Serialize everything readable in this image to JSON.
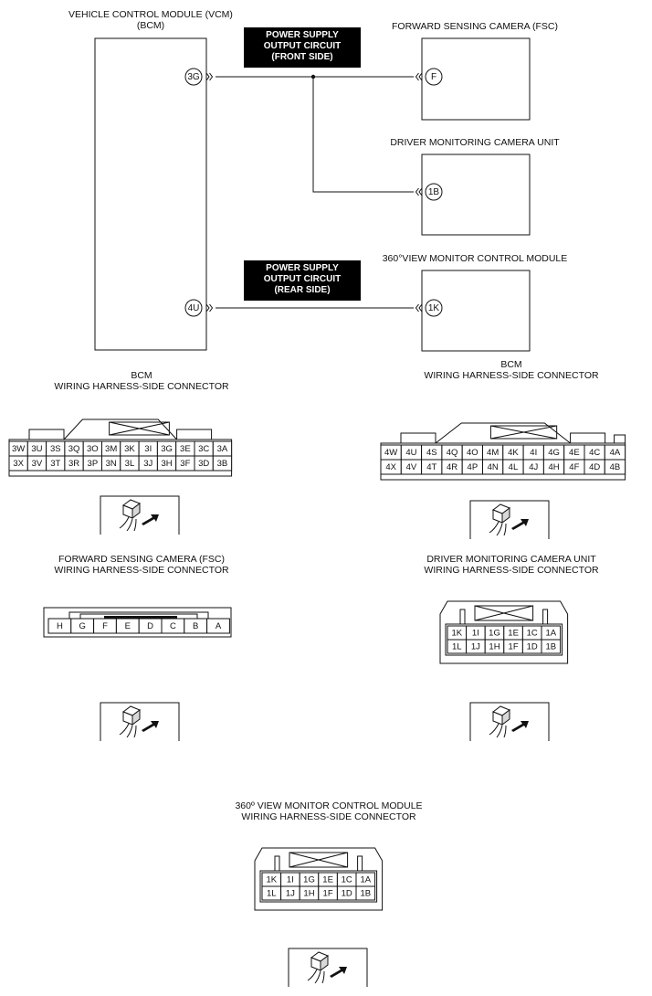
{
  "schematic": {
    "vcm_label": [
      "VEHICLE CONTROL MODULE (VCM)",
      "(BCM)"
    ],
    "fsc_label": "FORWARD SENSING CAMERA (FSC)",
    "dmc_label": "DRIVER MONITORING CAMERA UNIT",
    "svm_label": "360°VIEW MONITOR CONTROL MODULE",
    "front_banner": [
      "POWER SUPPLY",
      "OUTPUT CIRCUIT",
      "(FRONT SIDE)"
    ],
    "rear_banner": [
      "POWER SUPPLY",
      "OUTPUT CIRCUIT",
      "(REAR SIDE)"
    ],
    "pins": {
      "vcm_front": "3G",
      "vcm_rear": "4U",
      "fsc": "F",
      "dmc": "1B",
      "svm": "1K"
    }
  },
  "connectors": {
    "bcm_left": {
      "label": [
        "BCM",
        "WIRING HARNESS-SIDE CONNECTOR"
      ],
      "top_row": [
        "3W",
        "3U",
        "3S",
        "3Q",
        "3O",
        "3M",
        "3K",
        "3I",
        "3G",
        "3E",
        "3C",
        "3A"
      ],
      "bottom_row": [
        "3X",
        "3V",
        "3T",
        "3R",
        "3P",
        "3N",
        "3L",
        "3J",
        "3H",
        "3F",
        "3D",
        "3B"
      ]
    },
    "bcm_right": {
      "label": [
        "BCM",
        "WIRING HARNESS-SIDE CONNECTOR"
      ],
      "top_row": [
        "4W",
        "4U",
        "4S",
        "4Q",
        "4O",
        "4M",
        "4K",
        "4I",
        "4G",
        "4E",
        "4C",
        "4A"
      ],
      "bottom_row": [
        "4X",
        "4V",
        "4T",
        "4R",
        "4P",
        "4N",
        "4L",
        "4J",
        "4H",
        "4F",
        "4D",
        "4B"
      ]
    },
    "fsc": {
      "label": [
        "FORWARD SENSING CAMERA (FSC)",
        "WIRING HARNESS-SIDE CONNECTOR"
      ],
      "pins": [
        "H",
        "G",
        "F",
        "E",
        "D",
        "C",
        "B",
        "A"
      ]
    },
    "dmc": {
      "label": [
        "DRIVER MONITORING CAMERA UNIT",
        "WIRING HARNESS-SIDE CONNECTOR"
      ],
      "top_row": [
        "1K",
        "1I",
        "1G",
        "1E",
        "1C",
        "1A"
      ],
      "bottom_row": [
        "1L",
        "1J",
        "1H",
        "1F",
        "1D",
        "1B"
      ]
    },
    "svm": {
      "label": [
        "360º VIEW MONITOR CONTROL MODULE",
        "WIRING HARNESS-SIDE CONNECTOR"
      ],
      "top_row": [
        "1K",
        "1I",
        "1G",
        "1E",
        "1C",
        "1A"
      ],
      "bottom_row": [
        "1L",
        "1J",
        "1H",
        "1F",
        "1D",
        "1B"
      ]
    }
  }
}
